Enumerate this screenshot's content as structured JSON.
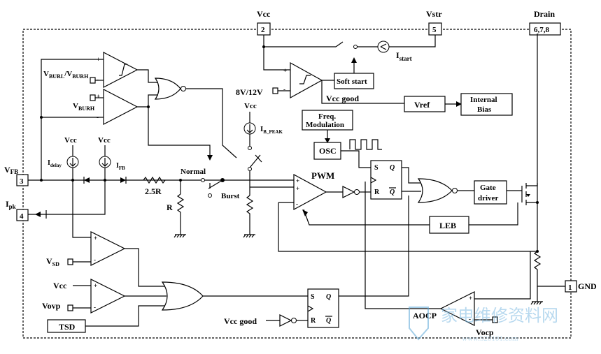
{
  "pins": {
    "vcc": {
      "name": "Vcc",
      "num": "2"
    },
    "vstr": {
      "name": "Vstr",
      "num": "5"
    },
    "drain": {
      "name": "Drain",
      "num": "6,7,8"
    },
    "vfb": {
      "name": "V",
      "sub": "FB",
      "num": "3"
    },
    "ipk": {
      "name": "I",
      "sub": "pk",
      "num": "4"
    },
    "gnd": {
      "name": "GND",
      "num": "1"
    }
  },
  "blocks": {
    "soft_start": "Soft start",
    "vref": "Vref",
    "internal_bias_1": "Internal",
    "internal_bias_2": "Bias",
    "freq_mod_1": "Freq.",
    "freq_mod_2": "Modulation",
    "osc": "OSC",
    "pwm": "PWM",
    "gate_driver_1": "Gate",
    "gate_driver_2": "driver",
    "leb": "LEB",
    "tsd": "TSD",
    "aocp": "AOCP"
  },
  "labels": {
    "istart": "I",
    "istart_sub": "start",
    "vcc_good_top": "Vcc good",
    "uvlo": "8V/12V",
    "vburl": "V",
    "vburl_sub1": "BURL",
    "vburl_slash": "/V",
    "vburl_sub2": "BURH",
    "vburh": "V",
    "vburh_sub": "BURH",
    "vcc_ib": "Vcc",
    "ib_peak": "I",
    "ib_peak_sub": "B_PEAK",
    "vcc_idelay": "Vcc",
    "vcc_ifb": "Vcc",
    "idelay": "I",
    "idelay_sub": "delay",
    "ifb": "I",
    "ifb_sub": "FB",
    "r25": "2.5R",
    "r": "R",
    "normal": "Normal",
    "burst": "Burst",
    "vsd": "V",
    "vsd_sub": "SD",
    "vcc_ovp": "Vcc",
    "vovp": "Vovp",
    "vcc_good_bottom": "Vcc good",
    "vocp": "Vocp",
    "ff_s": "S",
    "ff_r": "R",
    "ff_q": "Q",
    "ff_qb": "Q",
    "ff2_s": "S",
    "ff2_r": "R",
    "ff2_q": "Q",
    "ff2_qb": "Q"
  },
  "watermark": {
    "cn": "家电维修资料网",
    "url": "www.520101.com"
  }
}
